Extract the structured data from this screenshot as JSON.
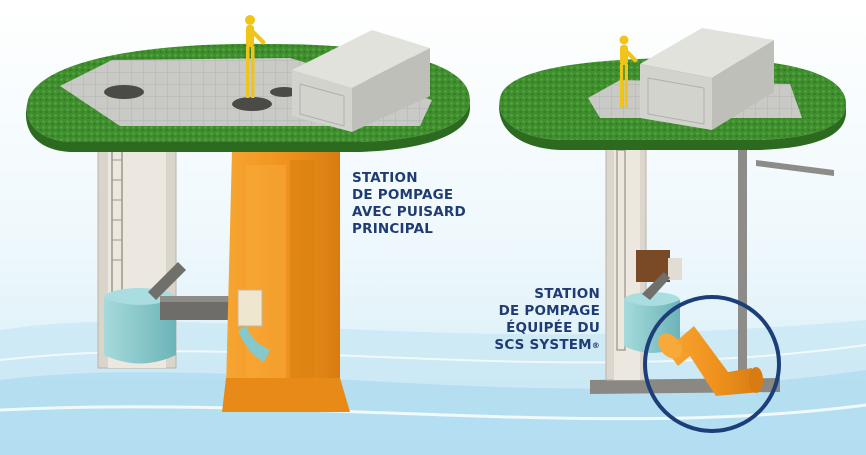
{
  "left_station": {
    "lines": [
      "STATION",
      "DE POMPAGE",
      "AVEC PUISARD",
      "PRINCIPAL"
    ]
  },
  "right_station": {
    "lines": [
      "STATION",
      "DE POMPAGE",
      "ÉQUIPÉE DU",
      "SCS SYSTEM"
    ],
    "mark": "®"
  },
  "colors": {
    "label": "#1f3b73",
    "grass": "#3e8e2f",
    "orange_sump": "#f0931e",
    "concrete": "#d7d2c8",
    "tank": "#86c9cc",
    "highlight_circle": "#1c3f7a"
  }
}
